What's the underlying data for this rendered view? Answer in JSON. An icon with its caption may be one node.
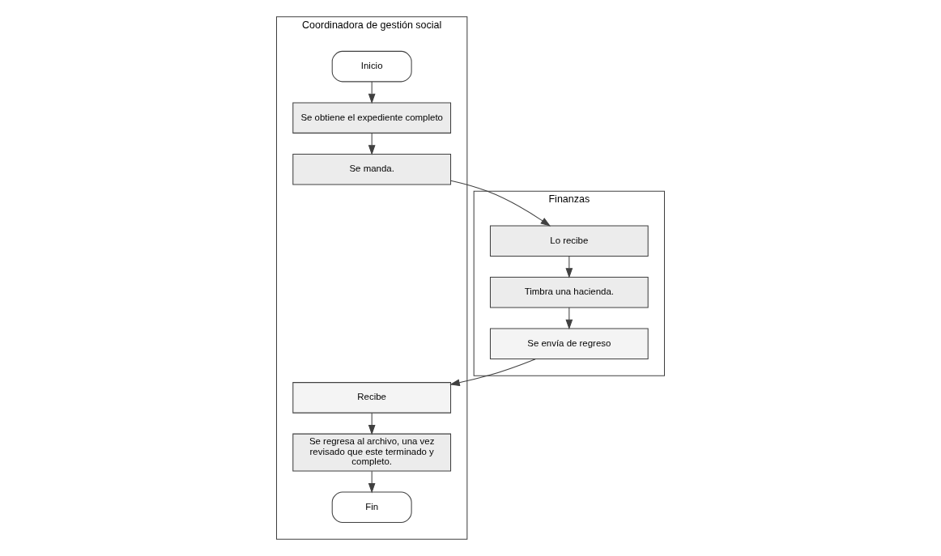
{
  "diagram": {
    "nodes": [
      {
        "text": [
          "Coordinadora de gestión social"
        ]
      },
      {
        "text": [
          "Inicio"
        ],
        "in": 0
      },
      {
        "text": [
          "Se obtiene el expediente completo"
        ],
        "in": 0
      },
      {
        "text": [
          "Se manda."
        ],
        "in": 0
      },
      {
        "text": [
          "Finanzas"
        ]
      },
      {
        "text": [
          "Lo recibe"
        ],
        "in": 4
      },
      {
        "text": [
          "Timbra una hacienda."
        ],
        "in": 4
      },
      {
        "text": [
          "Se envía de regreso"
        ],
        "in": 4
      },
      {
        "text": [
          "Recibe"
        ],
        "in": 0
      },
      {
        "text": [
          "Se regresa al archivo, una vez revisado que este terminado y completo."
        ],
        "in": 0
      },
      {
        "text": [
          "Fin"
        ],
        "in": 0
      }
    ],
    "edges": [
      {
        "from": 1,
        "to": 2,
        "arrow": "to"
      },
      {
        "from": 2,
        "to": 3,
        "arrow": "to"
      },
      {
        "from": 3,
        "to": 5,
        "arrow": "to"
      },
      {
        "from": 5,
        "to": 6,
        "arrow": "to"
      },
      {
        "from": 6,
        "to": 7,
        "arrow": "to"
      },
      {
        "from": 7,
        "to": 8,
        "arrow": "to"
      },
      {
        "from": 8,
        "to": 9,
        "arrow": "to"
      },
      {
        "from": 9,
        "to": 10,
        "arrow": "to"
      }
    ]
  }
}
